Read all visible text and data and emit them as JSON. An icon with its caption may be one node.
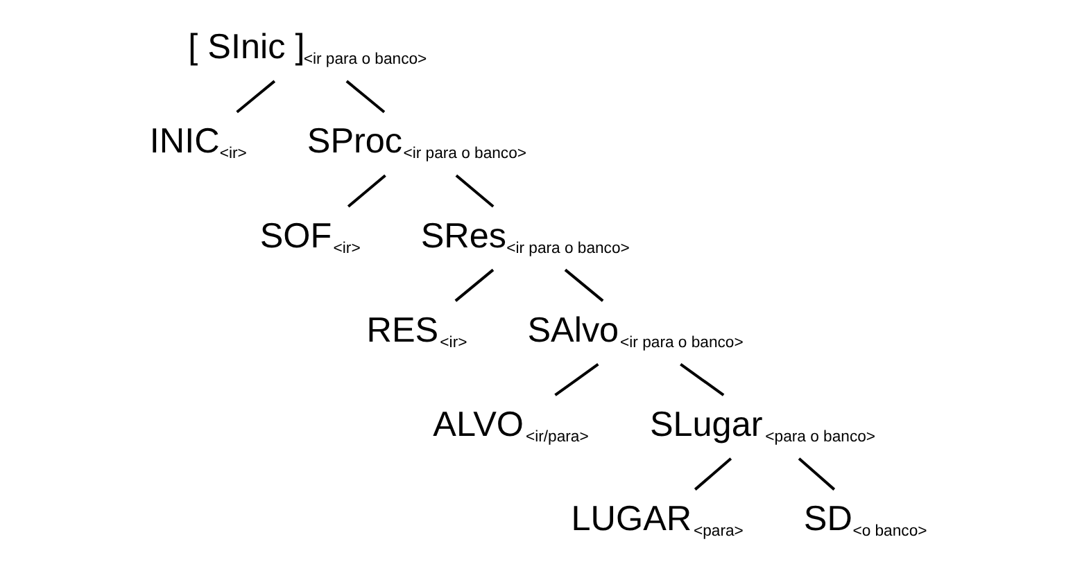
{
  "diagram": {
    "nodes": [
      {
        "text": [
          "[ SInic ]"
        ],
        "beside": [
          "<ir para o banco>"
        ]
      },
      {
        "text": [
          "INIC"
        ],
        "beside": [
          "<ir>"
        ]
      },
      {
        "text": [
          "SProc"
        ],
        "beside": [
          "<ir para o banco>"
        ]
      },
      {
        "text": [
          "SOF"
        ],
        "beside": [
          "<ir>"
        ]
      },
      {
        "text": [
          "SRes"
        ],
        "beside": [
          "<ir para o banco>"
        ]
      },
      {
        "text": [
          "RES"
        ],
        "beside": [
          "<ir>"
        ]
      },
      {
        "text": [
          "SAlvo"
        ],
        "beside": [
          "<ir para o banco>"
        ]
      },
      {
        "text": [
          "ALVO"
        ],
        "beside": [
          "<ir/para>"
        ]
      },
      {
        "text": [
          "SLugar"
        ],
        "beside": [
          "<para o banco>"
        ]
      },
      {
        "text": [
          "LUGAR"
        ],
        "beside": [
          "<para>"
        ]
      },
      {
        "text": [
          "SD"
        ],
        "beside": [
          "<o banco>"
        ]
      }
    ],
    "edges": [
      {
        "from": 0,
        "to": 1,
        "arrow": "none"
      },
      {
        "from": 0,
        "to": 2,
        "arrow": "none"
      },
      {
        "from": 2,
        "to": 3,
        "arrow": "none"
      },
      {
        "from": 2,
        "to": 4,
        "arrow": "none"
      },
      {
        "from": 4,
        "to": 5,
        "arrow": "none"
      },
      {
        "from": 4,
        "to": 6,
        "arrow": "none"
      },
      {
        "from": 6,
        "to": 7,
        "arrow": "none"
      },
      {
        "from": 6,
        "to": 8,
        "arrow": "none"
      },
      {
        "from": 8,
        "to": 9,
        "arrow": "none"
      },
      {
        "from": 8,
        "to": 10,
        "arrow": "none"
      }
    ]
  }
}
